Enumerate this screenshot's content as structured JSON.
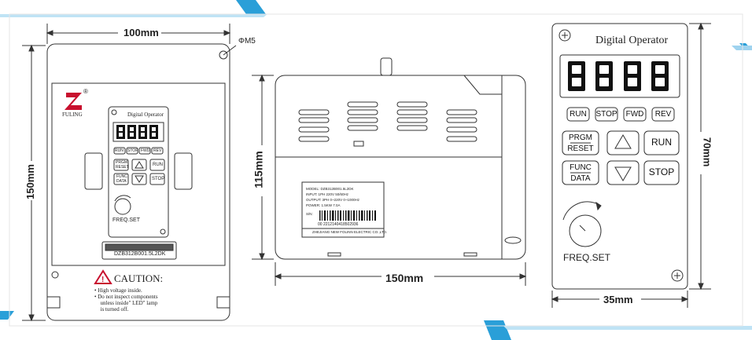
{
  "dimensions": {
    "front_width": "100mm",
    "front_height": "150mm",
    "hole": "ΦM5",
    "side_height": "115mm",
    "side_width": "150mm",
    "panel_height": "70mm",
    "panel_width": "35mm"
  },
  "brand": {
    "name": "FULING",
    "reg": "®"
  },
  "operator": {
    "title": "Digital Operator",
    "digits": "8888",
    "row1": [
      "RUN",
      "STOP",
      "FWD",
      "REV"
    ],
    "prgm": [
      "PRGM",
      "RESET"
    ],
    "func": [
      "FUNC",
      "DATA"
    ],
    "run": "RUN",
    "stop": "STOP",
    "freq": "FREQ.SET"
  },
  "serial": "DZB312B001.5L2DK",
  "caution": {
    "title": "CAUTION:",
    "lines": [
      "• High voltage inside.",
      "• Do not inspect components",
      "  unless inside\" LED\" lamp",
      "  is turned off."
    ]
  },
  "nameplate": {
    "rows": [
      "MODEL: DZB312B001.5L2DK",
      "INPUT: 1PH 220V 50/60Hz",
      "OUTPUT: 3PH 0~220V 0~1000Hz",
      "POWER: 1.5KW 7.0A",
      "S/N:"
    ],
    "barcode_num": "00 2212140418502936",
    "maker": "ZHEJIANG NEW FOLINN ELECTRIC CO.,LTD."
  },
  "colors": {
    "accent": "#2a9fd8",
    "line": "#333333"
  }
}
